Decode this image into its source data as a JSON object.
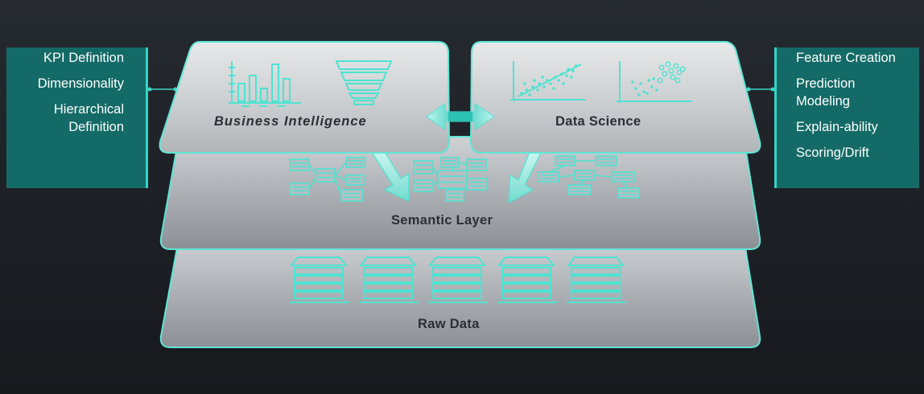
{
  "left_panel": {
    "items": [
      "KPI Definition",
      "Dimensionality",
      "Hierarchical\nDefinition"
    ]
  },
  "right_panel": {
    "items": [
      "Feature Creation",
      "Prediction\nModeling",
      "Explain-ability",
      "Scoring/Drift"
    ]
  },
  "layers": {
    "business_intelligence": "Business Intelligence",
    "data_science": "Data Science",
    "semantic": "Semantic Layer",
    "raw": "Raw Data"
  },
  "colors": {
    "accent": "#4de3d2",
    "panel": "#146a66",
    "label": "#2b2f35"
  },
  "icons": {
    "bi": [
      "bar-chart-icon",
      "funnel-icon"
    ],
    "ds": [
      "scatter-trend-icon",
      "scatter-cluster-icon"
    ],
    "semantic": [
      "entity-diagram-icon",
      "entity-diagram-icon",
      "entity-diagram-icon"
    ],
    "raw": [
      "database-icon",
      "database-icon",
      "database-icon",
      "database-icon",
      "database-icon"
    ]
  }
}
